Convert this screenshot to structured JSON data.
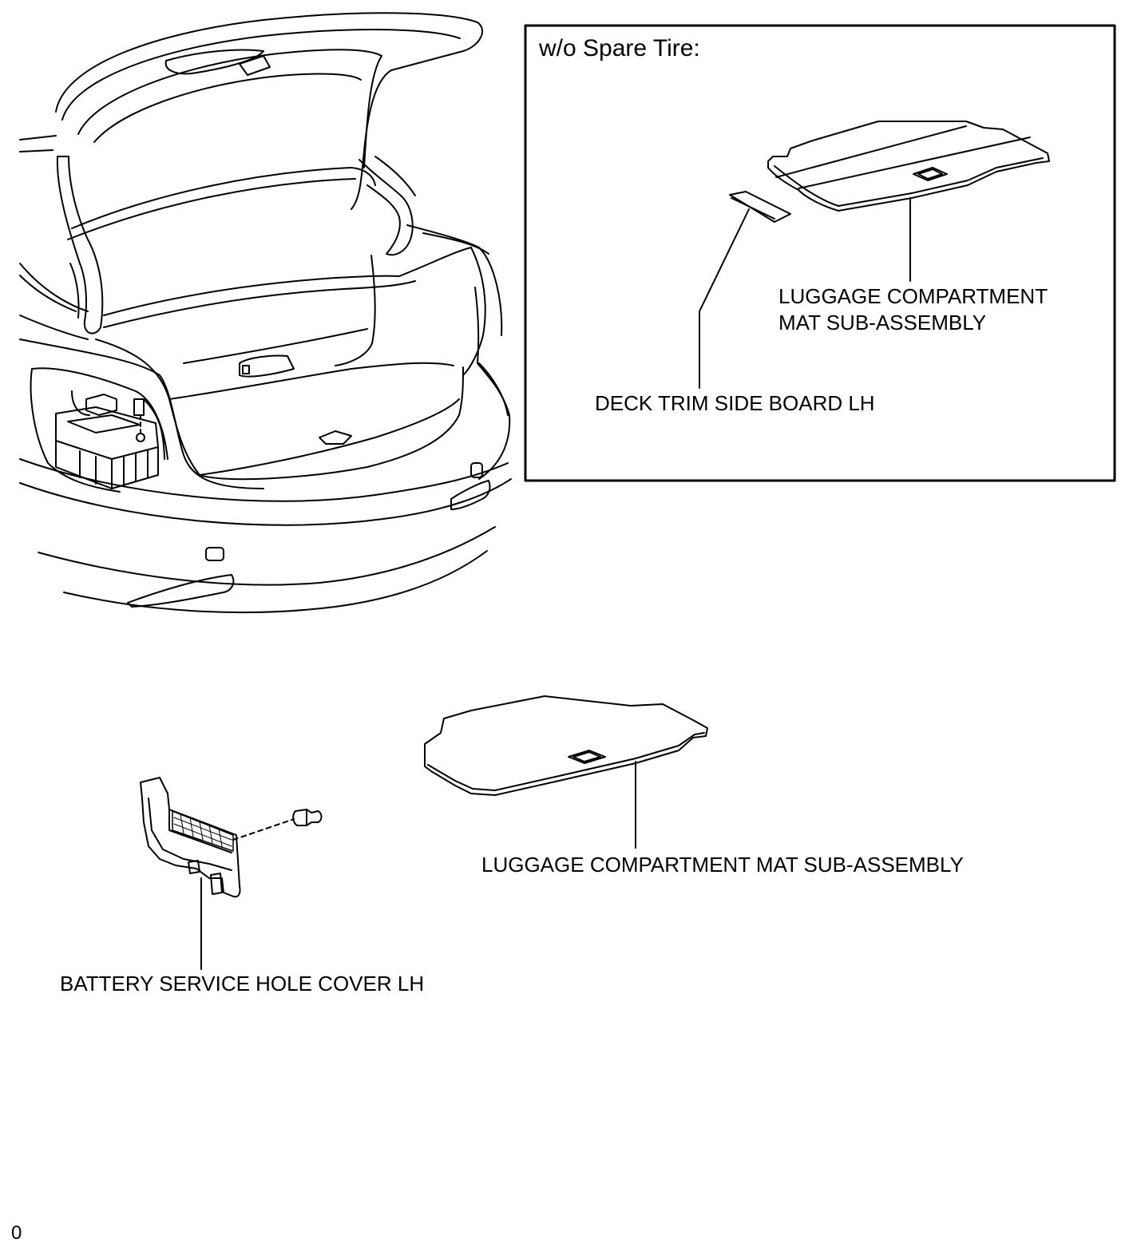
{
  "inset": {
    "title": "w/o Spare Tire:",
    "mat_label_line1": "LUGGAGE COMPARTMENT",
    "mat_label_line2": "MAT SUB-ASSEMBLY",
    "board_label": "DECK TRIM SIDE BOARD LH"
  },
  "main": {
    "mat_label": "LUGGAGE COMPARTMENT MAT SUB-ASSEMBLY",
    "battery_cover_label": "BATTERY SERVICE HOLE COVER LH"
  },
  "figure_code": "0",
  "colors": {
    "line": "#000000",
    "background": "#ffffff"
  }
}
